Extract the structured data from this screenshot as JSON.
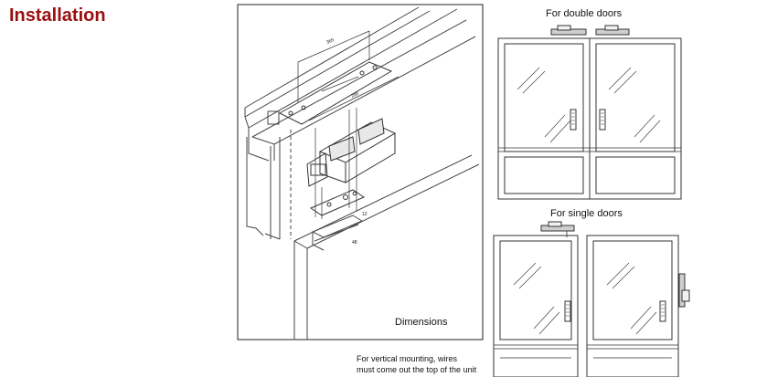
{
  "page": {
    "heading": "Installation",
    "heading_color": "#9b0f0f"
  },
  "figures": {
    "dimensions_label": "Dimensions",
    "double_doors_label": "For double doors",
    "single_doors_label": "For single doors",
    "vertical_note_line1": "For vertical mounting, wires",
    "vertical_note_line2": "must come out the top of the unit"
  }
}
